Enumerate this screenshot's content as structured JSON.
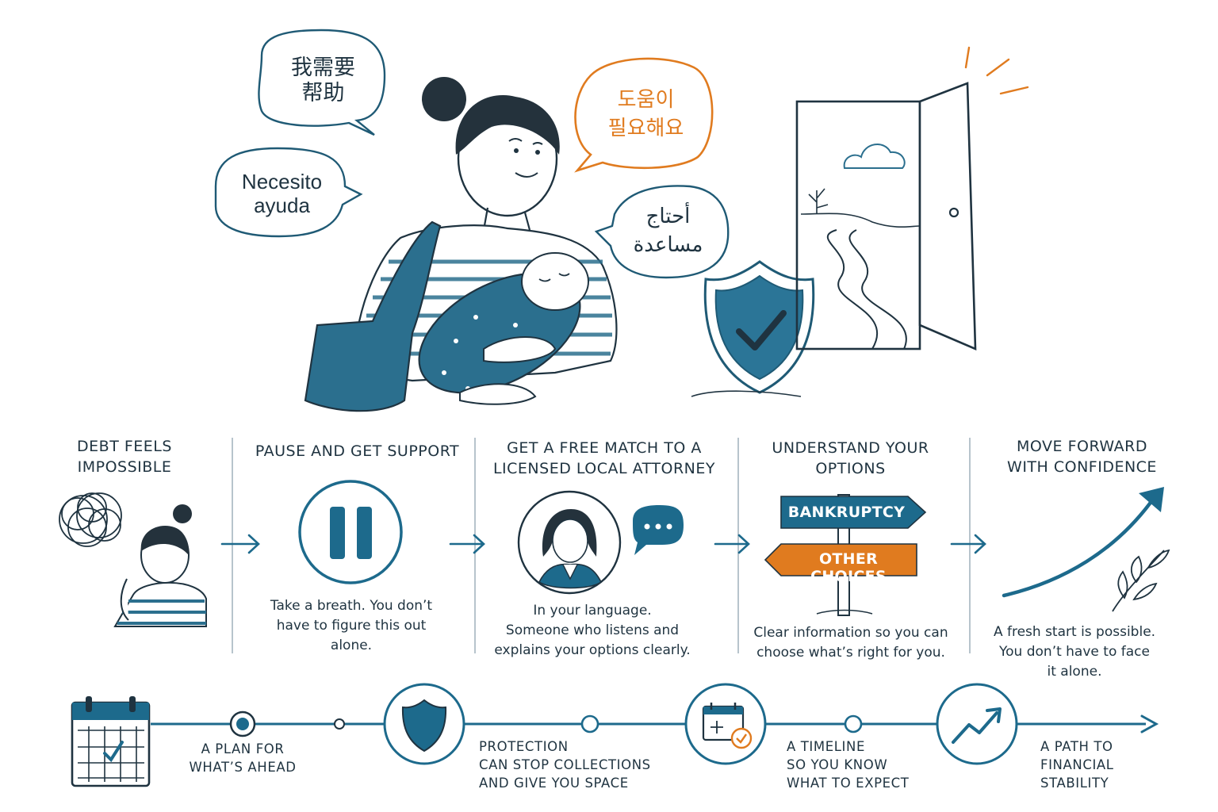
{
  "colors": {
    "ink": "#1f3340",
    "teal": "#1d6a8c",
    "teal_light": "#3f8fb0",
    "orange": "#e07b1f",
    "divider": "#b7c4cc"
  },
  "bubbles": {
    "chinese": "我需要\n帮助",
    "spanish": "Necesito\nayuda",
    "korean": "도움이\n필요해요",
    "arabic": "أحتاج\nمساعدة"
  },
  "steps": [
    {
      "title": "Debt feels\nimpossible",
      "description": "",
      "icon": "tangled-thought-woman-icon"
    },
    {
      "title": "Pause and get support",
      "description": "Take a breath. You don’t\nhave to figure this out\nalone.",
      "icon": "pause-icon"
    },
    {
      "title": "Get a free match to a\nlicensed local attorney",
      "description": "In your language.\nSomeone who listens and\nexplains your options clearly.",
      "icon": "attorney-chat-icon"
    },
    {
      "title": "Understand your\noptions",
      "description": "Clear information so you can\nchoose what’s right for you.",
      "icon": "signpost-icon",
      "signs": {
        "top": "BANKRUPTCY",
        "bottom": "OTHER CHOICES"
      }
    },
    {
      "title": "Move forward\nwith confidence",
      "description": "A fresh start is possible.\nYou don’t have to face\nit alone.",
      "icon": "upward-arrow-icon"
    }
  ],
  "timeline": [
    {
      "label": "A plan for\nwhat’s ahead",
      "icon": "calendar-check-icon"
    },
    {
      "label": "Protection\ncan stop collections\nand give you space",
      "icon": "shield-icon"
    },
    {
      "label": "A timeline\nso you know\nwhat to expect",
      "icon": "calendar-clock-icon"
    },
    {
      "label": "A path to\nfinancial\nstability",
      "icon": "trend-up-icon"
    }
  ]
}
